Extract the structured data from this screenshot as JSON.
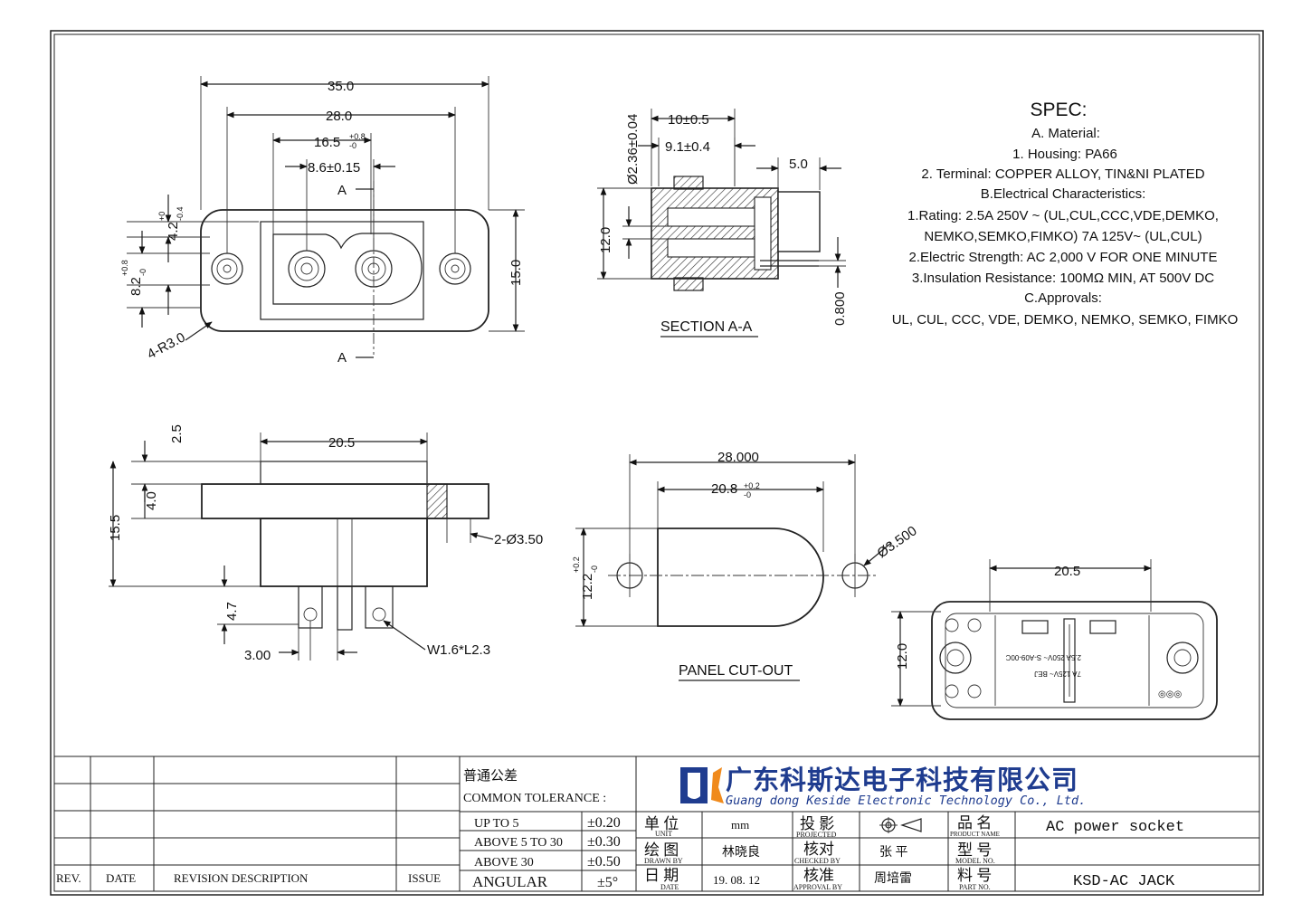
{
  "views": {
    "front": {
      "dims": [
        "35.0",
        "28.0",
        "16.5",
        "+0.8",
        "-0",
        "8.6±0.15",
        "4.2",
        "+0",
        "-0.4",
        "8.2",
        "+0.8",
        "-0",
        "15.0",
        "4-R3.0",
        "A",
        "A"
      ]
    },
    "section": {
      "title": "SECTION A-A",
      "dims": [
        "10±0.5",
        "9.1±0.4",
        "5.0",
        "Ø2.36±0.04",
        "12.0",
        "0.800"
      ]
    },
    "side": {
      "dims": [
        "20.5",
        "2.5",
        "4.0",
        "15.5",
        "2-Ø3.50",
        "4.7",
        "3.00",
        "W1.6*L2.3"
      ]
    },
    "panel": {
      "title": "PANEL CUT-OUT",
      "dims": [
        "28.000",
        "20.8",
        "+0.2",
        "-0",
        "Ø3.500",
        "12.2",
        "+0.2",
        "-0"
      ]
    },
    "rear": {
      "dims": [
        "20.5",
        "12.0"
      ]
    }
  },
  "spec": {
    "heading": "SPEC:",
    "lines": [
      "A. Material:",
      "1. Housing: PA66",
      "2.  Terminal: COPPER ALLOY, TIN&NI PLATED",
      "B.Electrical Characteristics:",
      "1.Rating:  2.5A 250V ~ (UL,CUL,CCC,VDE,DEMKO,",
      "NEMKO,SEMKO,FIMKO) 7A 125V~ (UL,CUL)",
      "2.Electric Strength: AC 2,000 V FOR ONE MINUTE",
      "3.Insulation Resistance: 100MΩ MIN, AT 500V DC",
      "C.Approvals:",
      "UL, CUL, CCC, VDE, DEMKO, NEMKO, SEMKO, FIMKO"
    ]
  },
  "title_block": {
    "revision_headers": [
      "REV.",
      "DATE",
      "REVISION  DESCRIPTION",
      "ISSUE"
    ],
    "tolerance": {
      "title_cn": "普通公差",
      "title_en": "COMMON TOLERANCE :",
      "rows": [
        {
          "range": "UP TO 5",
          "value": "±0.20"
        },
        {
          "range": "ABOVE 5 TO 30",
          "value": "±0.30"
        },
        {
          "range": "ABOVE 30",
          "value": "±0.50"
        },
        {
          "range": "ANGULAR",
          "value": "±5°"
        }
      ]
    },
    "company": {
      "cn": "广东科斯达电子科技有限公司",
      "en": "Guang dong Keside  Electronic Technology Co., Ltd."
    },
    "fields": {
      "unit_cn": "单 位",
      "unit_en": "UNIT",
      "unit_val": "mm",
      "drawn_cn": "绘 图",
      "drawn_en": "DRAWN  BY",
      "drawn_val": "林晓良",
      "date_cn": "日 期",
      "date_en": "DATE",
      "date_val": "19. 08. 12",
      "projected_cn": "投 影",
      "projected_en": "PROJECTED",
      "checked_cn": "核对",
      "checked_en": "CHECKED  BY",
      "checked_val": "张 平",
      "approval_cn": "核准",
      "approval_en": "APPROVAL  BY",
      "approval_val": "周培雷",
      "product_cn": "品 名",
      "product_en": "PRODUCT  NAME",
      "product_val": "AC power socket",
      "model_cn": "型 号",
      "model_en": "MODEL  NO.",
      "model_val": "",
      "part_cn": "料 号",
      "part_en": "PART  NO.",
      "part_val": "KSD-AC JACK"
    }
  }
}
